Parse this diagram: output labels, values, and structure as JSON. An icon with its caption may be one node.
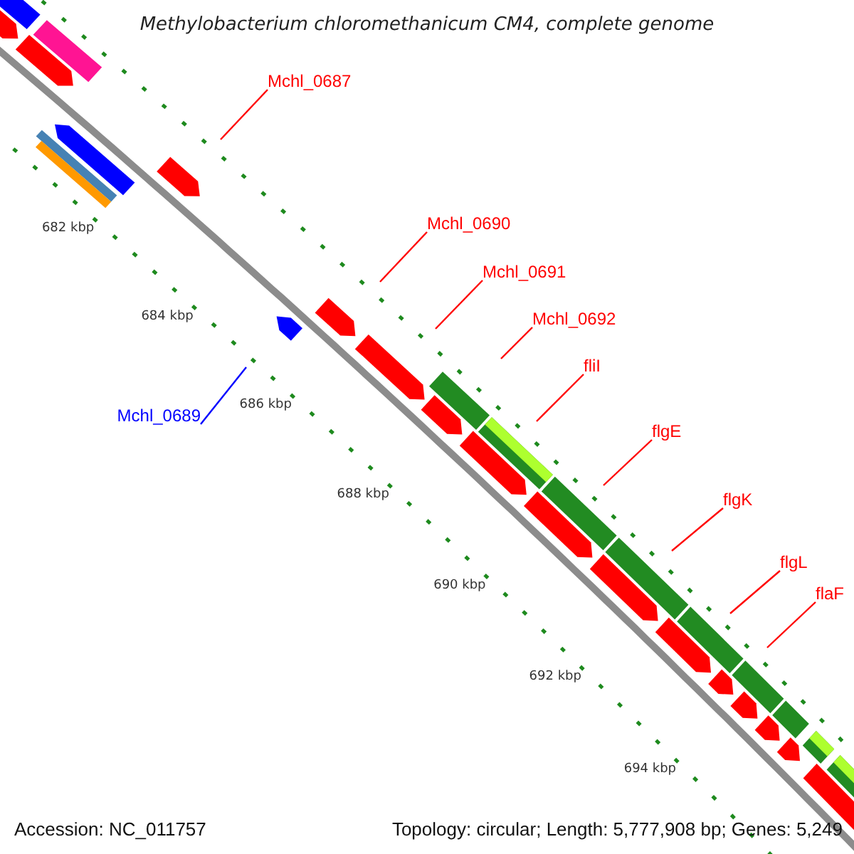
{
  "diagram": {
    "title": "Methylobacterium chloromethanicum CM4, complete genome",
    "nodes": [
      {
        "text": [
          "Mchl_0687"
        ]
      },
      {
        "text": [
          "Mchl_0690"
        ]
      },
      {
        "text": [
          "Mchl_0691"
        ]
      },
      {
        "text": [
          "Mchl_0692"
        ]
      },
      {
        "text": [
          "fliI"
        ]
      },
      {
        "text": [
          "Mchl_0689"
        ]
      },
      {
        "text": [
          "flgE"
        ]
      },
      {
        "text": [
          "flgK"
        ]
      },
      {
        "text": [
          "flgL"
        ]
      },
      {
        "text": [
          "flaF"
        ]
      }
    ],
    "edges": [
      {
        "from": 0,
        "to": null,
        "arrow": "none"
      },
      {
        "from": 1,
        "to": null,
        "arrow": "none"
      },
      {
        "from": 2,
        "to": null,
        "arrow": "none"
      },
      {
        "from": 3,
        "to": null,
        "arrow": "none"
      },
      {
        "from": 4,
        "to": null,
        "arrow": "none"
      },
      {
        "from": 5,
        "to": null,
        "arrow": "none",
        "color": "#0000ff"
      },
      {
        "from": 6,
        "to": null,
        "arrow": "none"
      },
      {
        "from": 7,
        "to": null,
        "arrow": "none"
      },
      {
        "from": 8,
        "to": null,
        "arrow": "none"
      },
      {
        "from": 9,
        "to": null,
        "arrow": "none"
      }
    ],
    "labels": [
      "682 kbp",
      "684 kbp",
      "686 kbp",
      "688 kbp",
      "690 kbp",
      "692 kbp",
      "694 kbp",
      "Accession: NC_011757",
      "Topology: circular; Length: 5,777,908 bp; Genes: 5,249"
    ]
  }
}
